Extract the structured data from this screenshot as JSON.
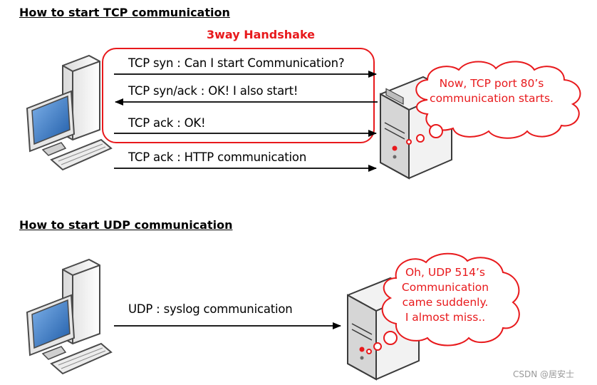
{
  "tcp_section": {
    "title": "How to start TCP communication",
    "handshake_label": "3way Handshake",
    "messages": [
      "TCP syn : Can I start Communication?",
      "TCP syn/ack : OK! I also start!",
      "TCP ack : OK!",
      "TCP ack : HTTP communication"
    ],
    "server_thought": [
      "Now, TCP port 80’s",
      "communication starts."
    ]
  },
  "udp_section": {
    "title": "How to start UDP communication",
    "messages": [
      "UDP : syslog communication"
    ],
    "server_thought": [
      "Oh, UDP 514’s",
      "Communication",
      "came suddenly.",
      "I almost miss.."
    ]
  },
  "watermark": "CSDN @居安士",
  "colors": {
    "accent_red": "#e8191c",
    "arrow": "#000000",
    "monitor_screen": "#2f6fbf",
    "pc_body": "#f0f0f0",
    "pc_outline": "#4a4a4a"
  },
  "icons": [
    "client-computer-icon",
    "server-tower-icon",
    "thought-bubble-icon"
  ]
}
